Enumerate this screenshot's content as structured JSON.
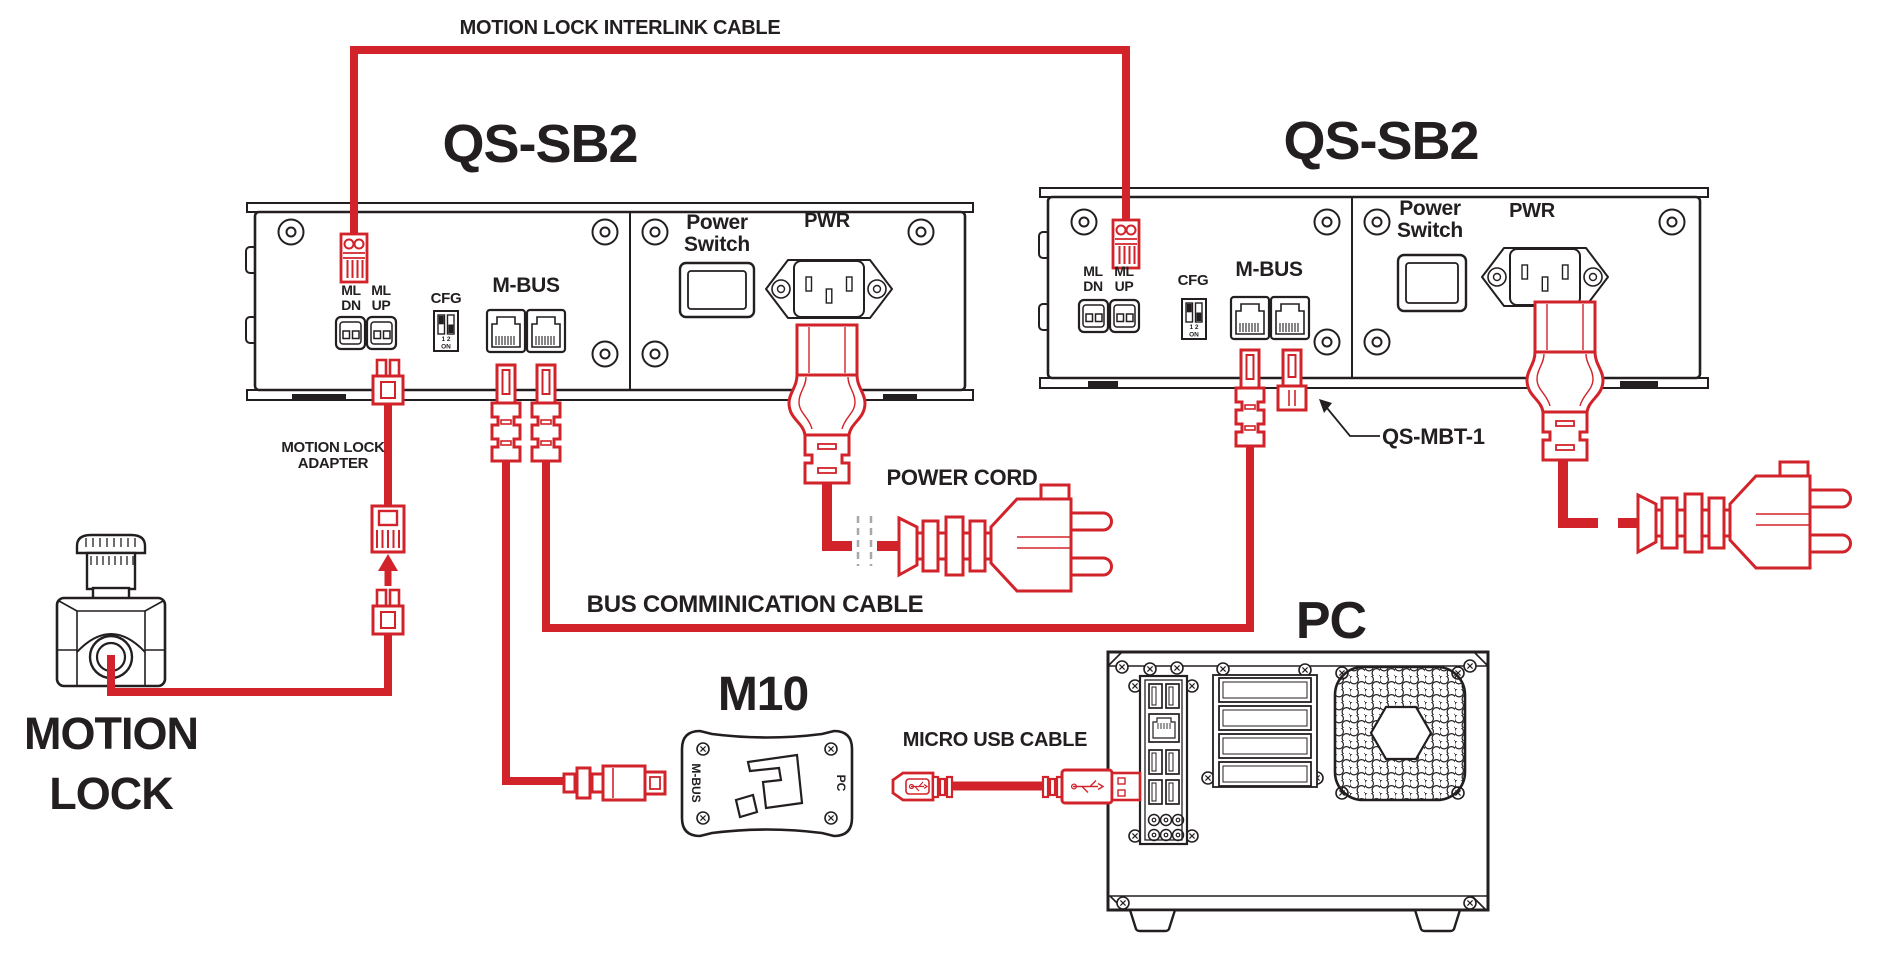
{
  "diagram": {
    "interlink_cable_label": "MOTION LOCK INTERLINK CABLE",
    "bus_cable_label": "BUS COMMINICATION CABLE",
    "power_cord_label": "POWER CORD",
    "micro_usb_label": "MICRO USB CABLE",
    "terminator_label": "QS-MBT-1",
    "adapter_line1": "MOTION LOCK",
    "adapter_line2": "ADAPTER",
    "motion_lock_line1": "MOTION",
    "motion_lock_line2": "LOCK"
  },
  "units": [
    {
      "title": "QS-SB2",
      "ml_dn_line1": "ML",
      "ml_dn_line2": "DN",
      "ml_up_line1": "ML",
      "ml_up_line2": "UP",
      "cfg_label": "CFG",
      "mbus_label": "M-BUS",
      "power_switch_line1": "Power",
      "power_switch_line2": "Switch",
      "pwr_label": "PWR",
      "dip_row1": "1 2",
      "dip_row2": "ON"
    },
    {
      "title": "QS-SB2",
      "ml_dn_line1": "ML",
      "ml_dn_line2": "DN",
      "ml_up_line1": "ML",
      "ml_up_line2": "UP",
      "cfg_label": "CFG",
      "mbus_label": "M-BUS",
      "power_switch_line1": "Power",
      "power_switch_line2": "Switch",
      "pwr_label": "PWR",
      "dip_row1": "1 2",
      "dip_row2": "ON"
    }
  ],
  "m10": {
    "title": "M10",
    "left_port_label": "M-BUS",
    "right_port_label": "PC"
  },
  "pc": {
    "title": "PC"
  },
  "colors": {
    "cable_red": "#d2232a",
    "line_black": "#231f20",
    "dash_gray": "#a8a8a8"
  }
}
